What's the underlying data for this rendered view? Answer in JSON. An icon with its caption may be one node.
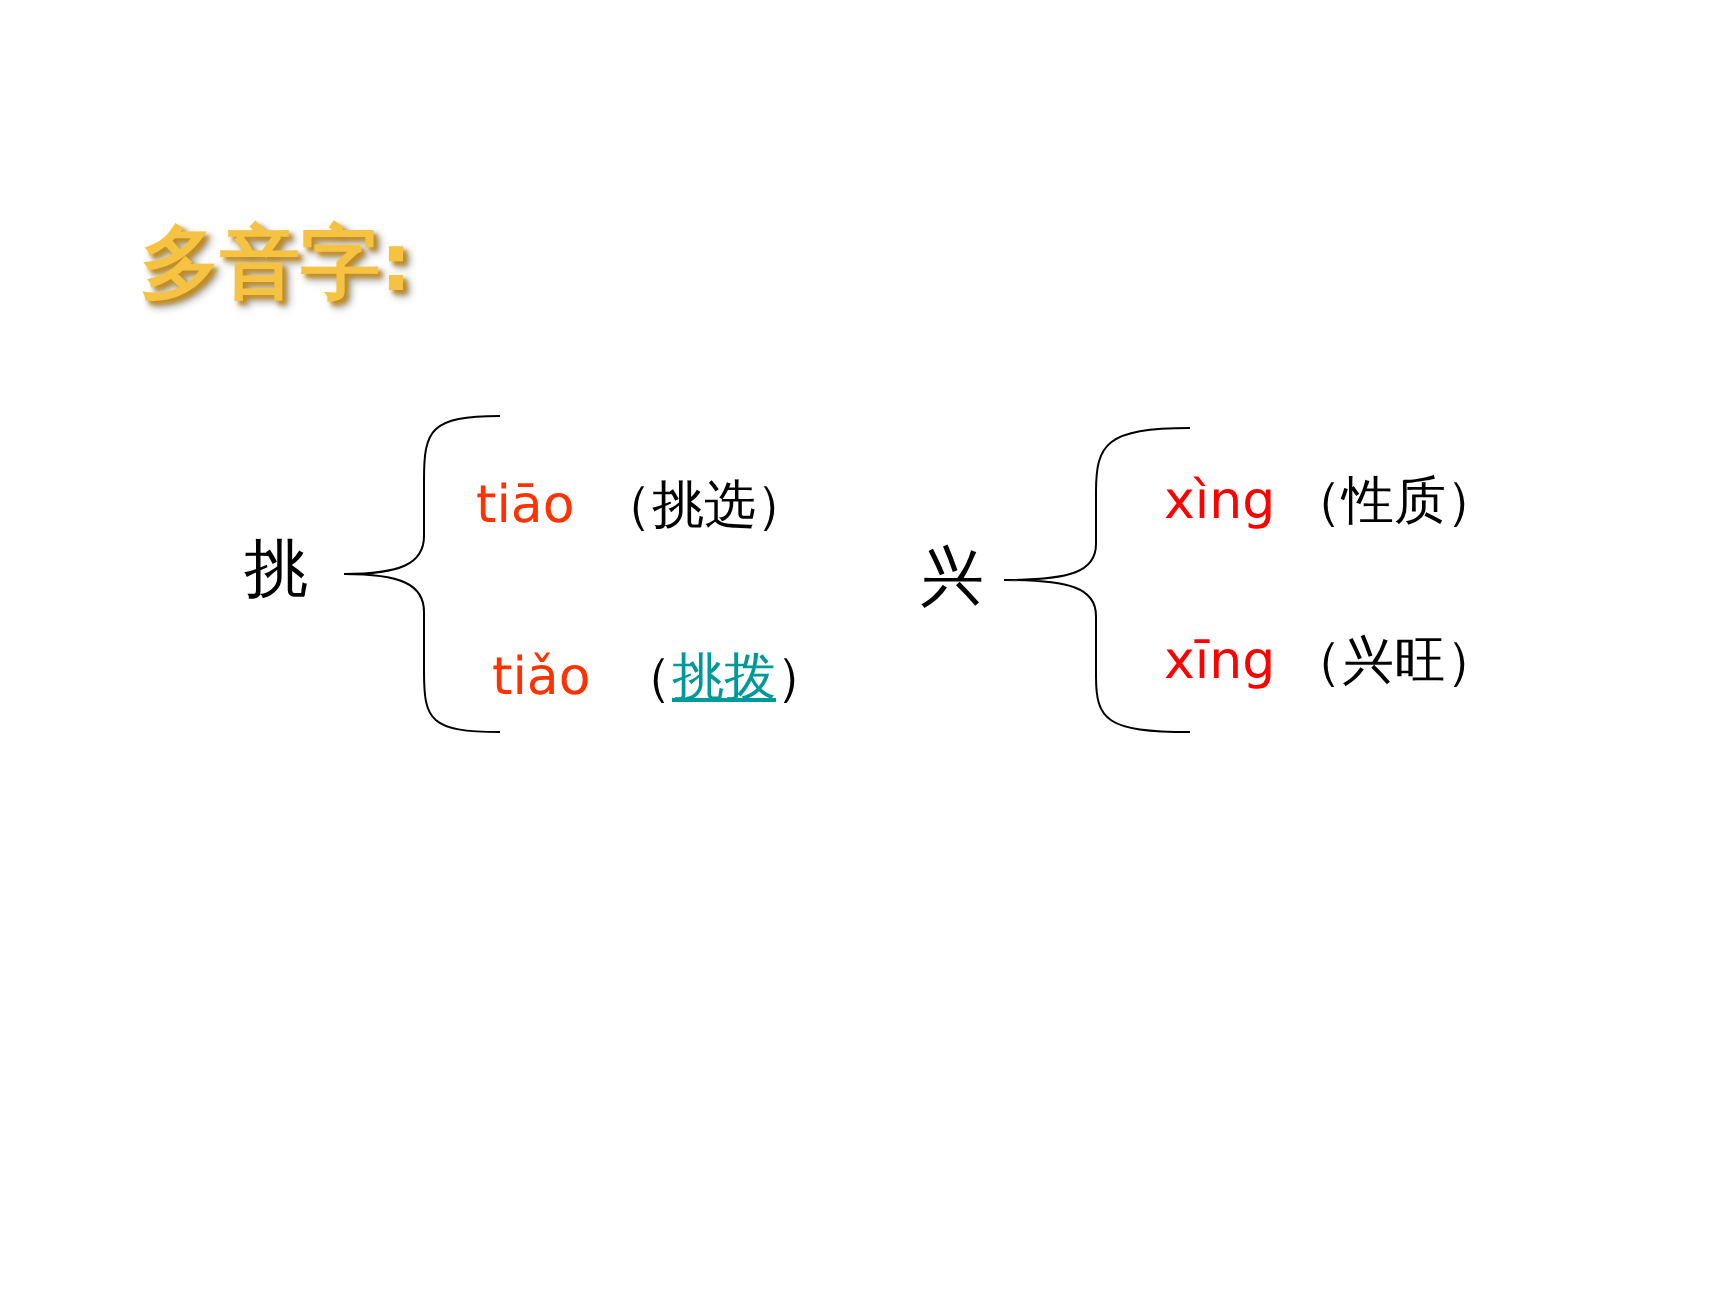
{
  "diagram": {
    "title": "多音字:",
    "labels": [
      "挑",
      "tiāo",
      "（挑选）",
      "tiǎo",
      "（挑拨）",
      "兴",
      "xìng",
      "（性质）",
      "xīng",
      "（兴旺）"
    ]
  }
}
